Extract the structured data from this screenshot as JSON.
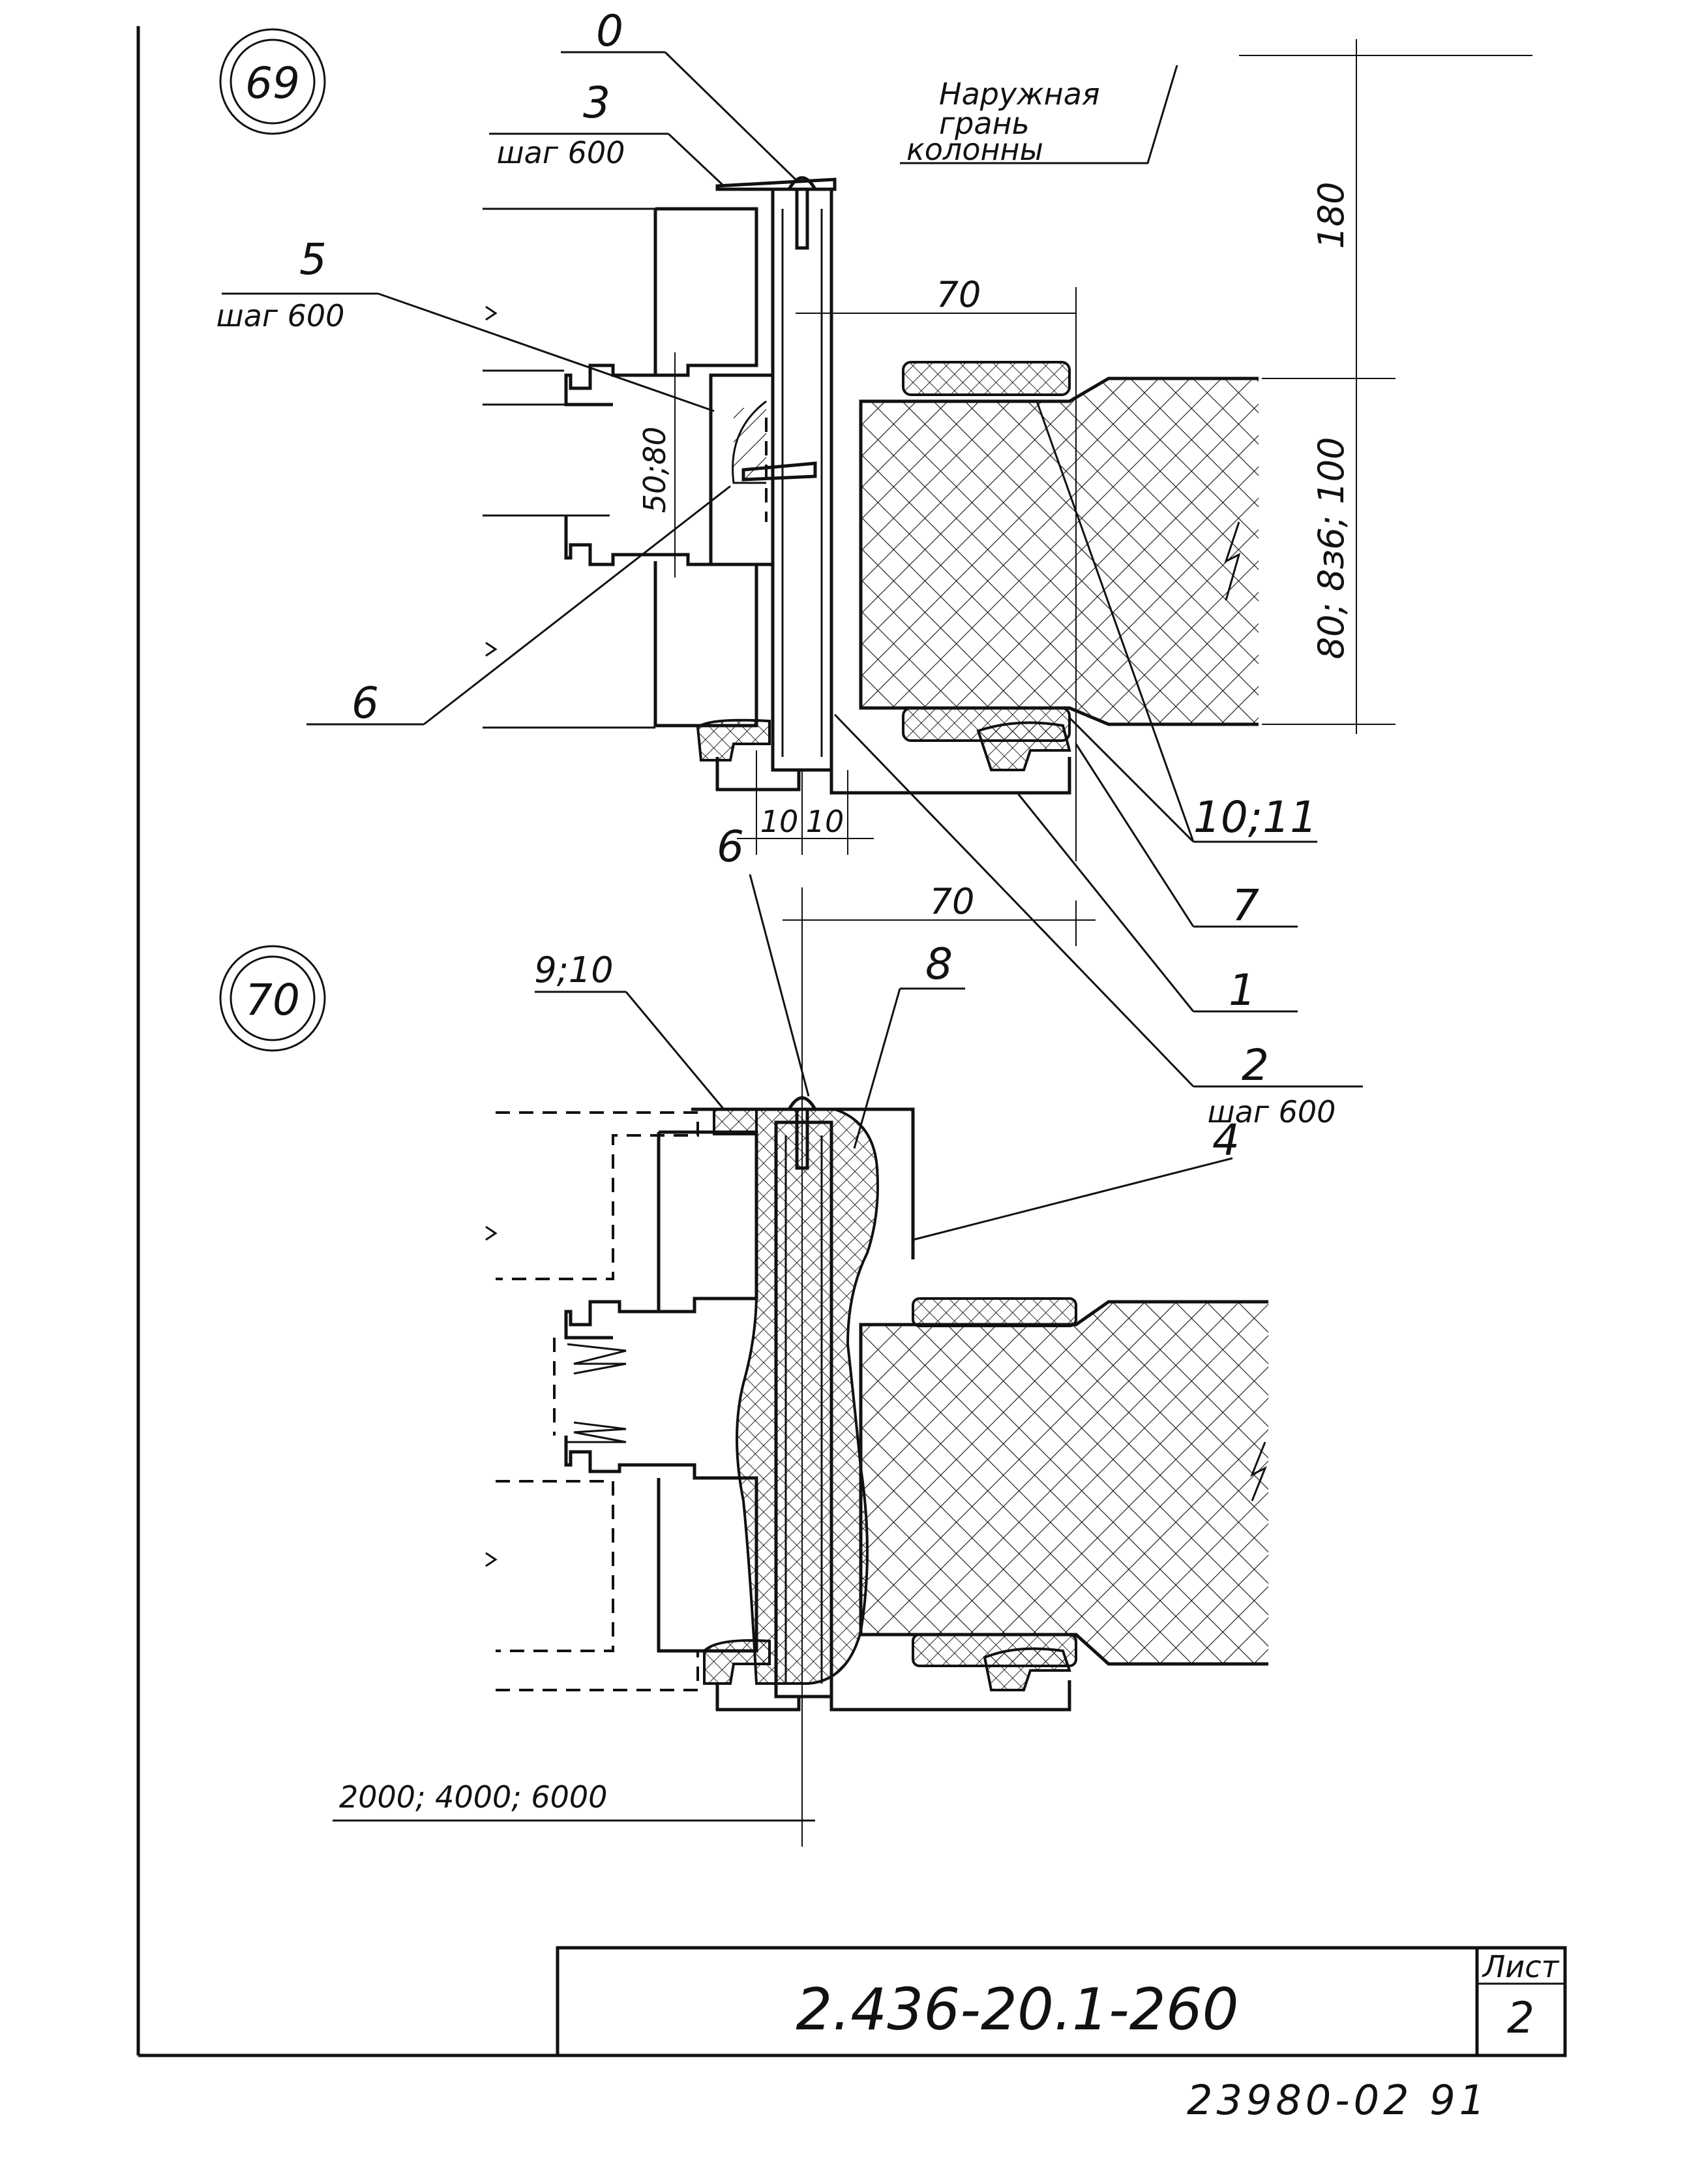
{
  "detail_69": {
    "number": "69",
    "column_face_note": [
      "Наружная",
      "грань",
      "колонны"
    ],
    "callouts": {
      "c0": "0",
      "c3": "3",
      "c3_step": "шаг 600",
      "c5": "5",
      "c5_step": "шаг 600",
      "c6": "6",
      "c10_11": "10;11",
      "c7": "7",
      "c1": "1",
      "c2": "2",
      "c2_step": "шаг 600"
    },
    "dimensions": {
      "d70_top": "70",
      "d180": "180",
      "d80_100": "80; 8ɜ6; 100",
      "d50_80": "50;80",
      "d10_left": "10",
      "d10_right": "10"
    }
  },
  "detail_70": {
    "number": "70",
    "callouts": {
      "c6": "6",
      "c9_10": "9;10",
      "c8": "8",
      "c4": "4"
    },
    "dimensions": {
      "d70": "70",
      "d_span": "2000; 4000; 6000"
    }
  },
  "title_block": {
    "code": "2.436-20.1-260",
    "sheet_label": "Лист",
    "sheet_number": "2"
  },
  "stamp": "23980-02   91"
}
